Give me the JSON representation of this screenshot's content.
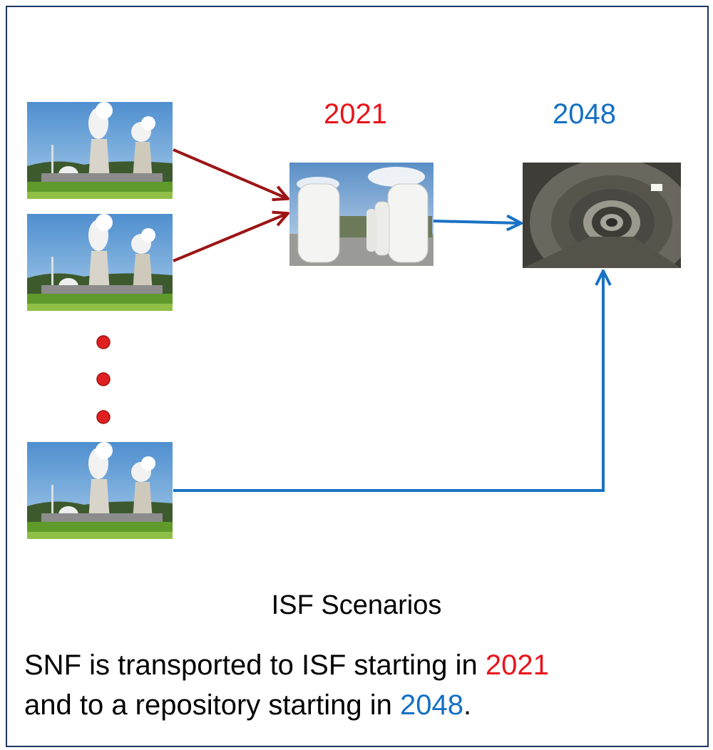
{
  "colors": {
    "red": "#e8141b",
    "blue": "#1470c4",
    "dark_red_arrow": "#9c1515",
    "blue_arrow": "#1a72c4",
    "dot": "#e02020",
    "frame": "#1f3864"
  },
  "labels": {
    "year_isf": "2021",
    "year_repository": "2048"
  },
  "caption": "ISF Scenarios",
  "summary": {
    "part1": "SNF is transported to ISF starting in ",
    "year1": "2021",
    "part2": "and to a repository starting in ",
    "year2": "2048",
    "end": "."
  },
  "nodes": {
    "plants": [
      "nuclear-power-plant-photo",
      "nuclear-power-plant-photo",
      "nuclear-power-plant-photo"
    ],
    "isf": "dry-cask-storage-photo",
    "repository": "repository-tunnel-photo"
  }
}
